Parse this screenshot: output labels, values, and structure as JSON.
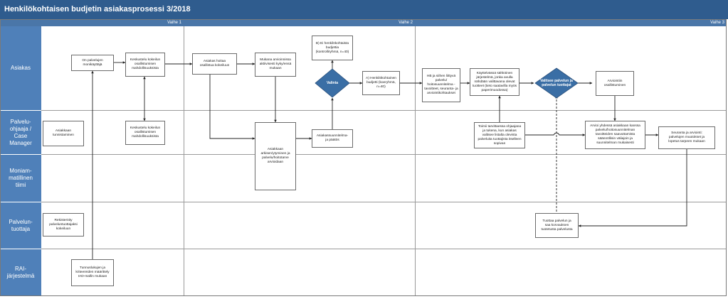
{
  "title": "Henkilökohtaisen budjetin asiakasprosessi 3/2018",
  "phases": [
    "Vaihe 1",
    "Vaihe 2",
    "Vaihe 3"
  ],
  "lanes": [
    "Asiakas",
    "Palvelu-\nohjaaja /\nCase\nManager",
    "Moniam-\nmatillinen\ntiimi",
    "Palvelun-\ntuottaja",
    "RAI-\njärjestelmä"
  ],
  "boxes": {
    "on_palvelujen": "On palvelujen\nmonikäyttäjä",
    "keskustelu_1": "Keskustelu kokeilun\nosallistumisen\nmahdollisuuksista",
    "asiakas_hoitaa": "Asiakas hoitaa\nosallistua kokeiluun",
    "mukana": "Mukana arvioinnissa\naktiivisesti kyky/ensä\nmukaan",
    "ei_henk": "B) Ei henkilökohtaista\nbudjettia\n(kontrolliryhmä, n=40)",
    "henk_budjetti": "A) Henkilökohtainen\nbudjetti (koeryhmä,\nn=40)",
    "hb_ja": "HB ja siihen liittyvä\npalvelu/\nhoitosuunnitelma -\ntavoitteet, seuranta- ja\narviointikohtaukset",
    "kayttaa": "Käyttelvässä sähköinen\njärjestelmä, jonka avulla\nnähdään valittavana olevat\ntuotteet (tieto saatavilla myös\npaperimuodossa)",
    "arviointi": "Arviointiin\nosallistuminen",
    "asiakkaan_tunnistaminen": "Asiakkaan\ntunnistaminen",
    "keskustelu_2": "Keskustelu kokeilun\nosallistumisen\nmahdollisuuksista",
    "asiakkaan_arkiset": "Asiakkaan\narkisen/ytyminen ja\npalvelu/hoitotarve\narvioidaan",
    "asiakassuunnitelma": "Asiakassuunnitelma-\nja päätös",
    "toimii": "Toimii tarvittaessa ohjaajana\nja tukena, kun asiakas\nvalitsee listalta olevista\npalveluita tuottajista itselleen\nsopivan",
    "arvioi": "Arvioi yhdessä asiakkaan kanssa\npalvelu/hoitosuunnitelman\ntavoitteiden saavuttamista\nsäännöllisin väliajoin ja\nsuunnitelman mukaisesti",
    "seuranta": "Seuranta ja arviointi:\npalvelujen muutokset ja\nlopetus tarpeen mukaan",
    "rekisteroity": "Rekisteröity\npalveluntuottajaksi\nkokeiluun",
    "tuottaa": "Tuottaa palvelun ja\nsaa korvauksen\ntuotetusta palvelusta",
    "tunnusluvut": "Tunnuslukujen ja\nkriteereiden määrittely\nIAD-mallin mukaan"
  },
  "diamonds": {
    "valinta": "Valinta",
    "valitsee": "Valitsee palvelun ja\npalvelun tuottajat"
  },
  "colors": {
    "title_bg": "#2f5c8e",
    "lane_bg": "#4f80b9",
    "phase_bg": "#4a76a8",
    "diamond_fill": "#3a6ea5"
  }
}
